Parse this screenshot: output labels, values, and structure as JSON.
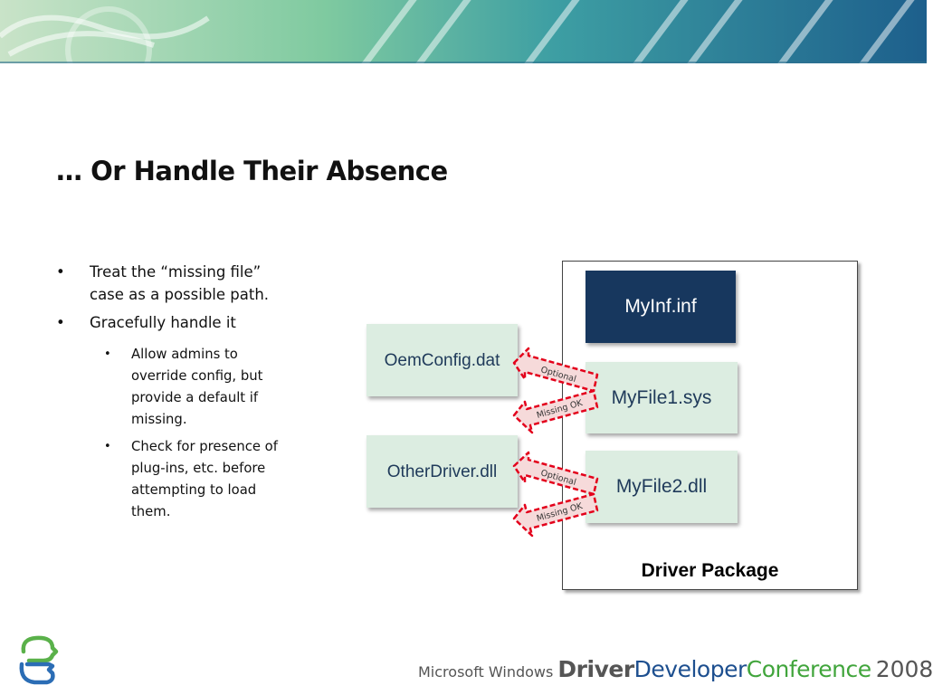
{
  "slide": {
    "title": "… Or Handle Their Absence",
    "bullets": [
      {
        "text": "Treat the “missing file” case as a possible path.",
        "lines": [
          "Treat the “missing file”",
          "case as a possible path."
        ]
      },
      {
        "text": "Gracefully handle it",
        "lines": [
          "Gracefully handle it"
        ]
      }
    ],
    "sub_bullets": [
      {
        "lines": [
          "Allow admins to",
          "override config, but",
          "provide a default if",
          "missing."
        ]
      },
      {
        "lines": [
          "Check for presence of",
          "plug-ins, etc. before",
          "attempting to load",
          "them."
        ]
      }
    ]
  },
  "diagram": {
    "package_label": "Driver Package",
    "boxes": {
      "inf": "MyInf.inf",
      "sys": "MyFile1.sys",
      "dll": "MyFile2.dll",
      "oem": "OemConfig.dat",
      "other": "OtherDriver.dll"
    },
    "arrows": {
      "optional_label": "Optional",
      "missing_label": "Missing OK"
    },
    "colors": {
      "inf_box": "#17375e",
      "file_box": "#dcede1",
      "arrow_stroke": "#e3001b",
      "arrow_fill": "#f6dada"
    }
  },
  "footer": {
    "microsoft_windows": "Microsoft Windows",
    "driver": "Driver",
    "developer": "Developer",
    "conference": "Conference",
    "year": "2008"
  }
}
